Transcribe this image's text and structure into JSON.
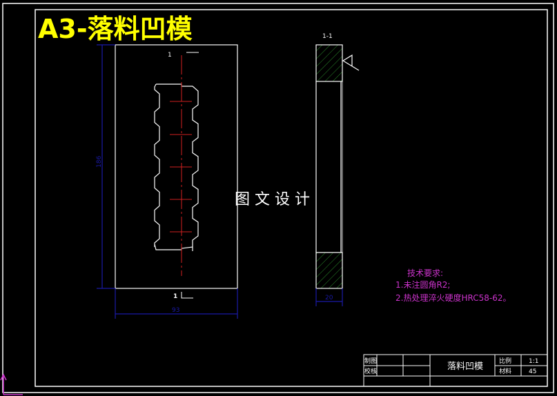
{
  "title": "A3-落料凹模",
  "watermark": "图 文 设 计",
  "section_label_top": "1-1",
  "section_mark": "1",
  "dimensions": {
    "height": "186",
    "width": "93",
    "thickness": "20"
  },
  "tech_requirements": {
    "heading": "技术要求:",
    "items": [
      "1.未注圆角R2;",
      "2.热处理淬火硬度HRC58-62。"
    ]
  },
  "title_block": {
    "drawn_by_label": "制图",
    "checked_by_label": "校核",
    "part_name": "落料凹模",
    "scale_label": "比例",
    "scale_value": "1:1",
    "material_label": "材料",
    "material_value": "45"
  },
  "colors": {
    "outline": "#ffffff",
    "title": "#ffff00",
    "centerline": "#d02020",
    "dimension": "#1a1aa8",
    "hatch": "#2a8a2a",
    "annotation": "#cc33cc"
  }
}
